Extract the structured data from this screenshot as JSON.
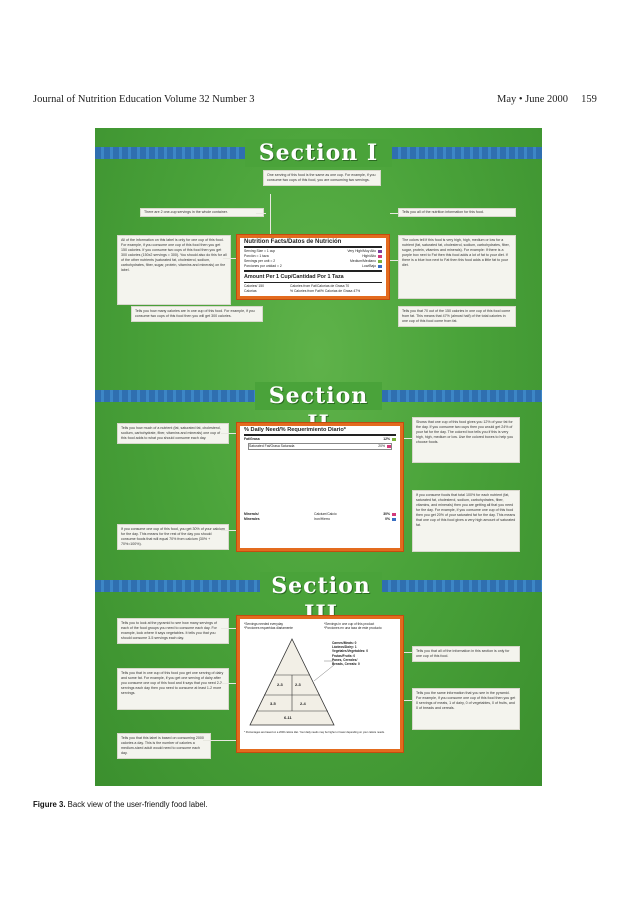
{
  "header": {
    "journal": "Journal of Nutrition Education Volume 32 Number 3",
    "date_page": "May • June 2000     159"
  },
  "sections": {
    "s1": "Section I",
    "s2": "Section II",
    "s3": "Section III"
  },
  "notes": {
    "one_serving": "One serving of this food is the same as one cup. For example, if you consume two cups of this food, you are consuming two servings.",
    "two_cup": "There are 2 one-cup servings in the whole container.",
    "tells_all": "Tells you all of the nutrition information for this food.",
    "all_info": "All of the information on this label is only for one cup of this food. For example, if you consume one cup of this food then you get 150 calories. If you consume two cups of this food then you get 300 calories (150x2 servings = 300). You should also do this for all of the other nutrients (saturated fat, cholesterol, sodium, carbohydrates, fiber, sugar, protein, vitamins and minerals) on the label.",
    "colors": "The colors tell if this food is very high, high, medium or low for a nutrient (fat, saturated fat, cholesterol, sodium, carbohydrates, fiber, sugar, protein, vitamins and minerals). For example: If there is a purple box next to Fat then this food adds a lot of fat to your diet. If there is a blue box next to Fat then this food adds a little fat to your diet.",
    "calories_cup": "Tells you how many calories are in one cup of this food. For example, if you consume two cups of this food then you will get 300 calories.",
    "seventy": "Tells you that 70 out of the 150 calories in one cup of this food come from fat. This means that 47% (almost half) of the total calories in one cup of this food come from fat.",
    "how_much": "Tells you how much of a nutrient (fat, saturated fat, cholesterol, sodium, carbohydrate, fiber, vitamins and minerals) one cup of this food adds to what you should consume each day.",
    "twelve": "Shows that one cup of this food gives you 12% of your fat for the day. If you consume two cups then you would get 24% of your fat for the day. The colored box tells you if this is very high, high, medium or low. Use the colored boxes to help you choose foods.",
    "hundred": "If you consume foods that total 100% for each nutrient (fat, saturated fat, cholesterol, sodium, carbohydrates, fiber, vitamins, and minerals) then you are getting all that you need for the day. For example, if you consume one cup of this food then you get 20% of your saturated fat for the day. This means that one cup of this food gives a very high amount of saturated fat.",
    "calcium": "If you consume one cup of this food, you get 30% of your calcium for the day. This means for the rest of the day you should consume foods that will equal 70% from calcium (30% + 70%=100%).",
    "pyramid": "Tells you to look at the pyramid to see how many servings of each of the food groups you need to consume each day. For example, look where it says vegetables. It tells you that you should consume 3-5 servings each day.",
    "dairy": "Tells you that in one cup of this food you get one serving of dairy and some fat. For example, if you get one serving of dairy after you consume one cup of this food and it says that you need 2-3 servings each day then you need to consume at least 1-2 more servings.",
    "only_one": "Tells you that all of the information in this section is only for one cup of this food.",
    "same_info": "Tells you the same information that you see in the pyramid. For example, if you consume one cup of this food then you get 0 servings of meats, 1 of dairy, 0 of vegetables, 0 of fruits, and 0 of breads and cereals.",
    "two_thousand": "Tells you that this label is based on consuming 2000 calories a day. This is the number of calories a medium-sized adult would need to consume each day."
  },
  "label1": {
    "title": "Nutrition Facts/Datos de Nutrición",
    "serving": "Serving Size = 1 cup",
    "porcion": "Porción = 1 taza",
    "servings": "Servings per unit = 2",
    "porciones": "Porciones por unidad = 2",
    "very_high": "Very High/Muy Alto",
    "high": "High/Alto",
    "medium": "Medium/Mediano",
    "low": "Low/Bajo",
    "amount": "Amount Per 1 Cup/Cantidad Por 1 Taza",
    "calories": "Calories/ 150",
    "calorias": "Calorías",
    "fat_cal": "Calories from Fat/Calorías de Grasa 70",
    "pct_fat": "% Calories from Fat/% Calorías de Grasa 47%"
  },
  "label2": {
    "title": "% Daily Need/% Requerimiento Diario*",
    "fat": "Fat/Grasa",
    "fat_pct": "12%",
    "sat": "Saturated Fat/Grasa Saturada",
    "sat_pct": "20%",
    "minerals": "Minerals/",
    "minerales": "Minerales",
    "calcium": "Calcium/Calcio",
    "calcium_pct": "30%",
    "iron": "Iron/Hierro",
    "iron_pct": "0%"
  },
  "label3": {
    "left_hdr": "*Servings needed everyday\n*Porciones requeridas diariamente",
    "right_hdr": "*Servings in one cup of this product\n*Porciones en una taza de este producto",
    "groups": "Carnes/Meats: 0\nLácteos/Dairy: 1\nVegetales/Vegetables: 0\nFrutas/Fruits: 0\nPanes, Cereales/\nBreads, Cereals: 0",
    "tier1": "6-11",
    "tier2a": "3-5",
    "tier2b": "2-4",
    "tier3a": "2-3",
    "tier3b": "2-3",
    "footnote": "* Percentages are based on a 2000 calorie diet. Your daily needs may be higher or lower depending on your calorie needs."
  },
  "colors": {
    "very_high": "#7b3fa0",
    "high": "#d23a7a",
    "medium": "#7ab23a",
    "low": "#3b6fc2",
    "panel_border": "#e36b1e"
  },
  "caption": {
    "label": "Figure 3.",
    "text": " Back view of the user-friendly food label."
  }
}
